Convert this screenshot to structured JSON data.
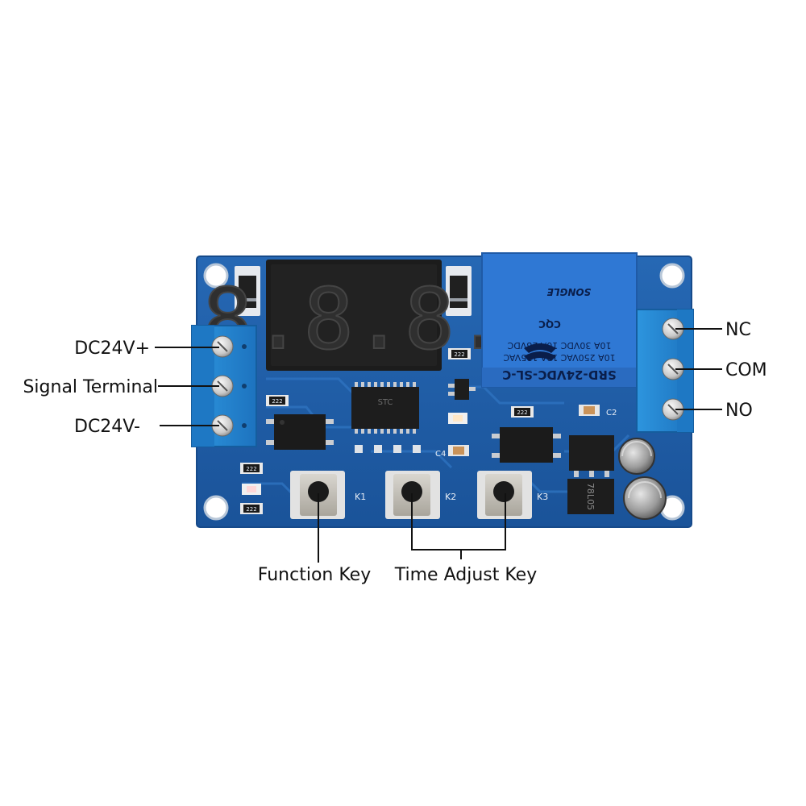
{
  "labels": {
    "dc_plus": "DC24V+",
    "signal": "Signal Terminal",
    "dc_minus": "DC24V-",
    "nc": "NC",
    "com": "COM",
    "no": "NO",
    "function_key": "Function Key",
    "time_adjust_key": "Time Adjust Key"
  },
  "silkscreen": {
    "k1": "K1",
    "k2": "K2",
    "k3": "K3",
    "c4": "C4",
    "c2": "C2",
    "chip_brand": "STC",
    "resistor_code": "222"
  },
  "relay": {
    "model": "SRD-24VDC-SL-C",
    "rating_1": "10A 250VAC  10A 125VAC",
    "rating_2": "10A  30VDC  10A  28VDC",
    "brand": "SONGLE",
    "cert": "CQC"
  },
  "regulator": {
    "marking": "78L05"
  },
  "display": {
    "digits": "8.8.8."
  },
  "colors": {
    "board": "#1f5ea8",
    "terminal": "#2a8fd6",
    "relay": "#2f78d4",
    "leader": "#111111"
  }
}
